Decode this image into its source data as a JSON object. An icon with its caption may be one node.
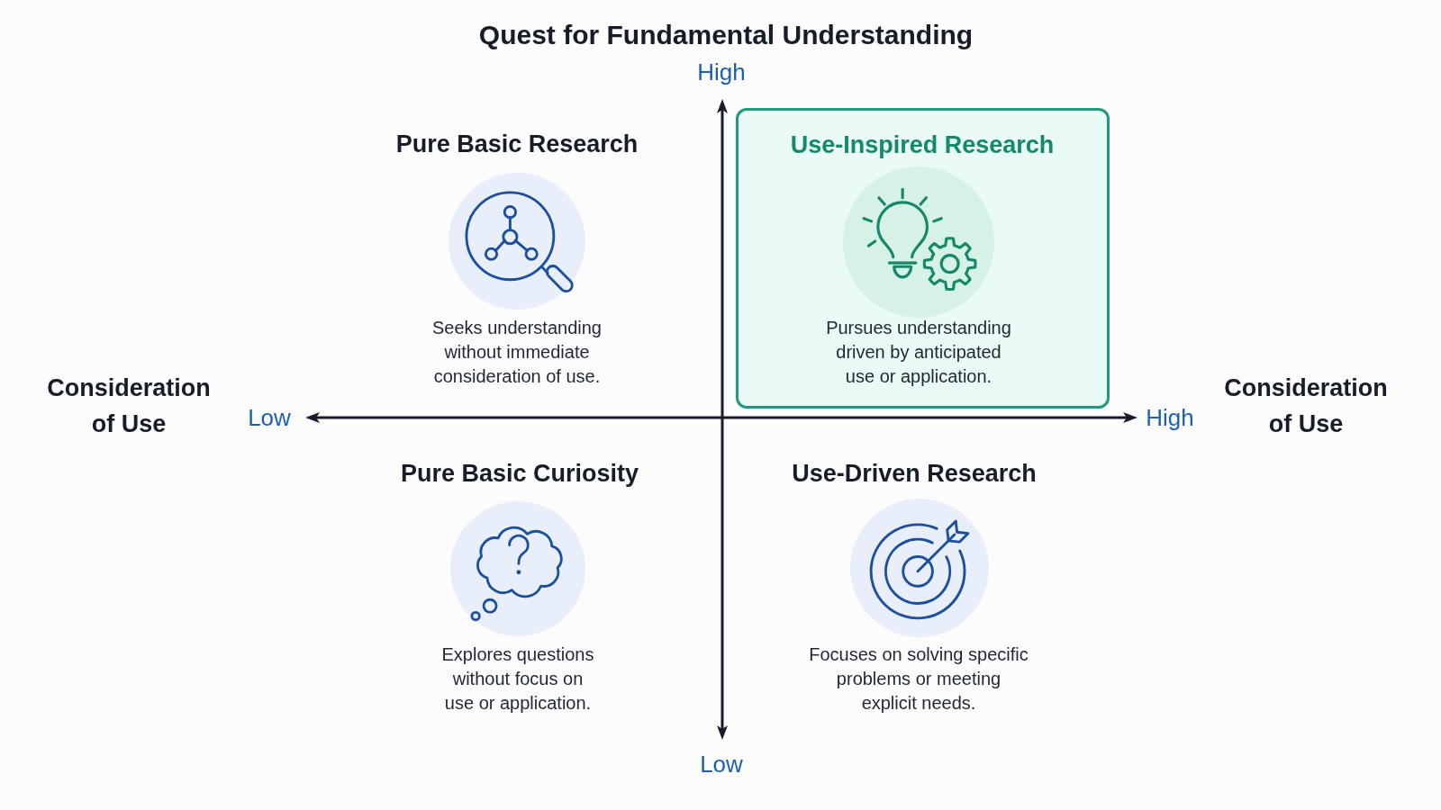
{
  "diagram": {
    "nodes": [
      {
        "text": [
          "Use-Inspired Research",
          "Pursues understanding driven by anticipated use or application."
        ]
      }
    ],
    "labels": [
      "Quest for Fundamental Understanding",
      "High",
      "Pure Basic Research",
      "Seeks understanding without immediate consideration of use.",
      "Consideration of Use",
      "Low",
      "High",
      "Consideration of Use",
      "Pure Basic Curiosity",
      "Explores questions without focus on use or application.",
      "Use-Driven Research",
      "Focuses on solving specific problems or meeting explicit needs.",
      "Low"
    ]
  }
}
